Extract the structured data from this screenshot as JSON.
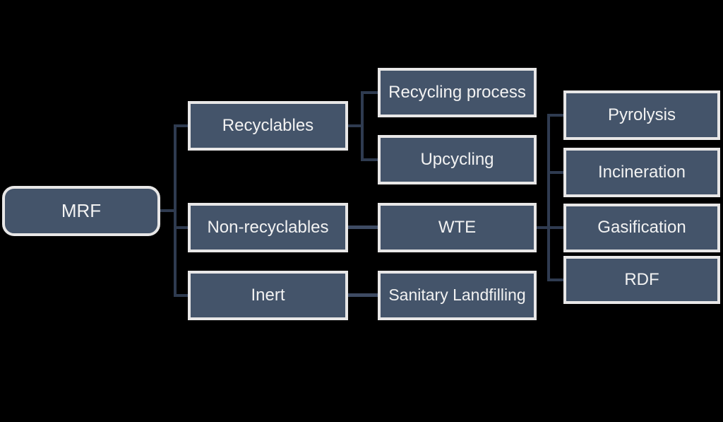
{
  "diagram": {
    "type": "flowchart",
    "background_color": "#000000",
    "node_fill_color": "#44546A",
    "node_border_color": "#E8E7E7",
    "connector_color": "#2F3B50",
    "connector_light_color": "#3E4B63",
    "text_color": "#F2F2F2",
    "nodes": {
      "mrf": {
        "label": "MRF"
      },
      "recyclables": {
        "label": "Recyclables"
      },
      "non_recyclables": {
        "label": "Non-recyclables"
      },
      "inert": {
        "label": "Inert"
      },
      "recycling_process": {
        "label": "Recycling process"
      },
      "upcycling": {
        "label": "Upcycling"
      },
      "wte": {
        "label": "WTE"
      },
      "sanitary_landfilling": {
        "label": "Sanitary Landfilling"
      },
      "pyrolysis": {
        "label": "Pyrolysis"
      },
      "incineration": {
        "label": "Incineration"
      },
      "gasification": {
        "label": "Gasification"
      },
      "rdf": {
        "label": "RDF"
      }
    },
    "edges": [
      {
        "from": "MRF",
        "to": "Recyclables"
      },
      {
        "from": "MRF",
        "to": "Non-recyclables"
      },
      {
        "from": "MRF",
        "to": "Inert"
      },
      {
        "from": "Recyclables",
        "to": "Recycling process"
      },
      {
        "from": "Recyclables",
        "to": "Upcycling"
      },
      {
        "from": "Non-recyclables",
        "to": "WTE"
      },
      {
        "from": "Inert",
        "to": "Sanitary Landfilling"
      },
      {
        "from": "WTE",
        "to": "Pyrolysis"
      },
      {
        "from": "WTE",
        "to": "Incineration"
      },
      {
        "from": "WTE",
        "to": "Gasification"
      },
      {
        "from": "WTE",
        "to": "RDF"
      }
    ]
  }
}
